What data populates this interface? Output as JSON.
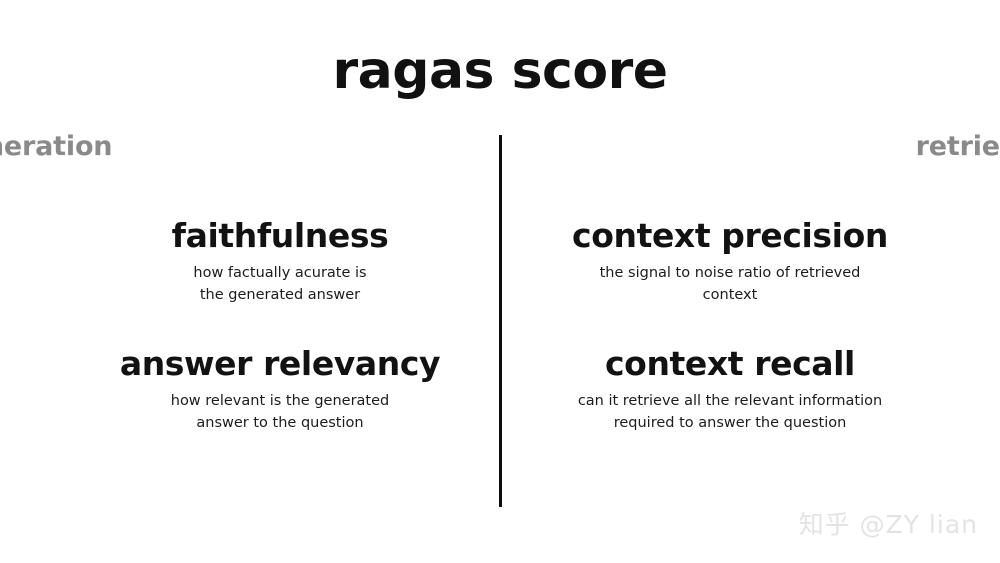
{
  "slide": {
    "title": "ragas score",
    "background_color": "#ffffff",
    "divider_color": "#0d0d0d",
    "header_color": "#8a8a8a",
    "text_color": "#121212"
  },
  "columns": [
    {
      "header": "generation",
      "metrics": [
        {
          "name": "faithfulness",
          "description": "how factually acurate is\nthe generated answer"
        },
        {
          "name": "answer relevancy",
          "description": "how relevant is the generated\nanswer to the question"
        }
      ]
    },
    {
      "header": "retrieval",
      "metrics": [
        {
          "name": "context precision",
          "description": "the signal to noise ratio of retrieved\ncontext"
        },
        {
          "name": "context recall",
          "description": "can it retrieve all the relevant information\nrequired to answer the question"
        }
      ]
    }
  ],
  "watermark": {
    "text": "知乎 @ZY lian",
    "color": "#e3e3e3"
  }
}
